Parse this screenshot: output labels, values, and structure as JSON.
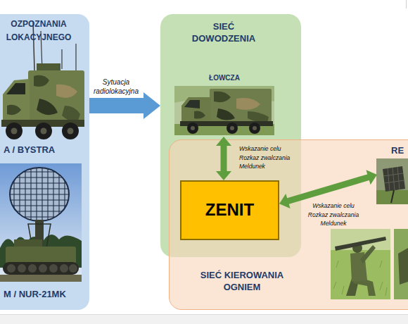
{
  "diagram": {
    "nodes": [
      {
        "text": [
          "OZPOZNANIA LOKACYJNEGO"
        ]
      },
      {
        "text": [
          "A / BYSTRA"
        ],
        "in": 0
      },
      {
        "text": [
          "M / NUR-21MK"
        ],
        "in": 0
      },
      {
        "text": [
          "SIEĆ DOWODZENIA"
        ]
      },
      {
        "text": [
          "ŁOWCZA"
        ],
        "in": 3
      },
      {
        "text": [
          "SIEĆ KIEROWANIA OGNIEM"
        ]
      },
      {
        "text": [
          "ZENIT"
        ],
        "in": 5
      },
      {
        "text": [
          "RE"
        ],
        "in": 5
      }
    ],
    "edges": [
      {
        "from": 0,
        "to": 3,
        "arrow": "to",
        "label": "Sytuacja radiolokacyjna"
      },
      {
        "from": 4,
        "to": 6,
        "arrow": "both",
        "label": "Wskazanie celu Rozkaz zwalczania Meldunek"
      },
      {
        "from": 6,
        "to": 7,
        "arrow": "both",
        "label": "Wskazanie celu Rozkaz zwalczania Meldunek"
      }
    ]
  }
}
